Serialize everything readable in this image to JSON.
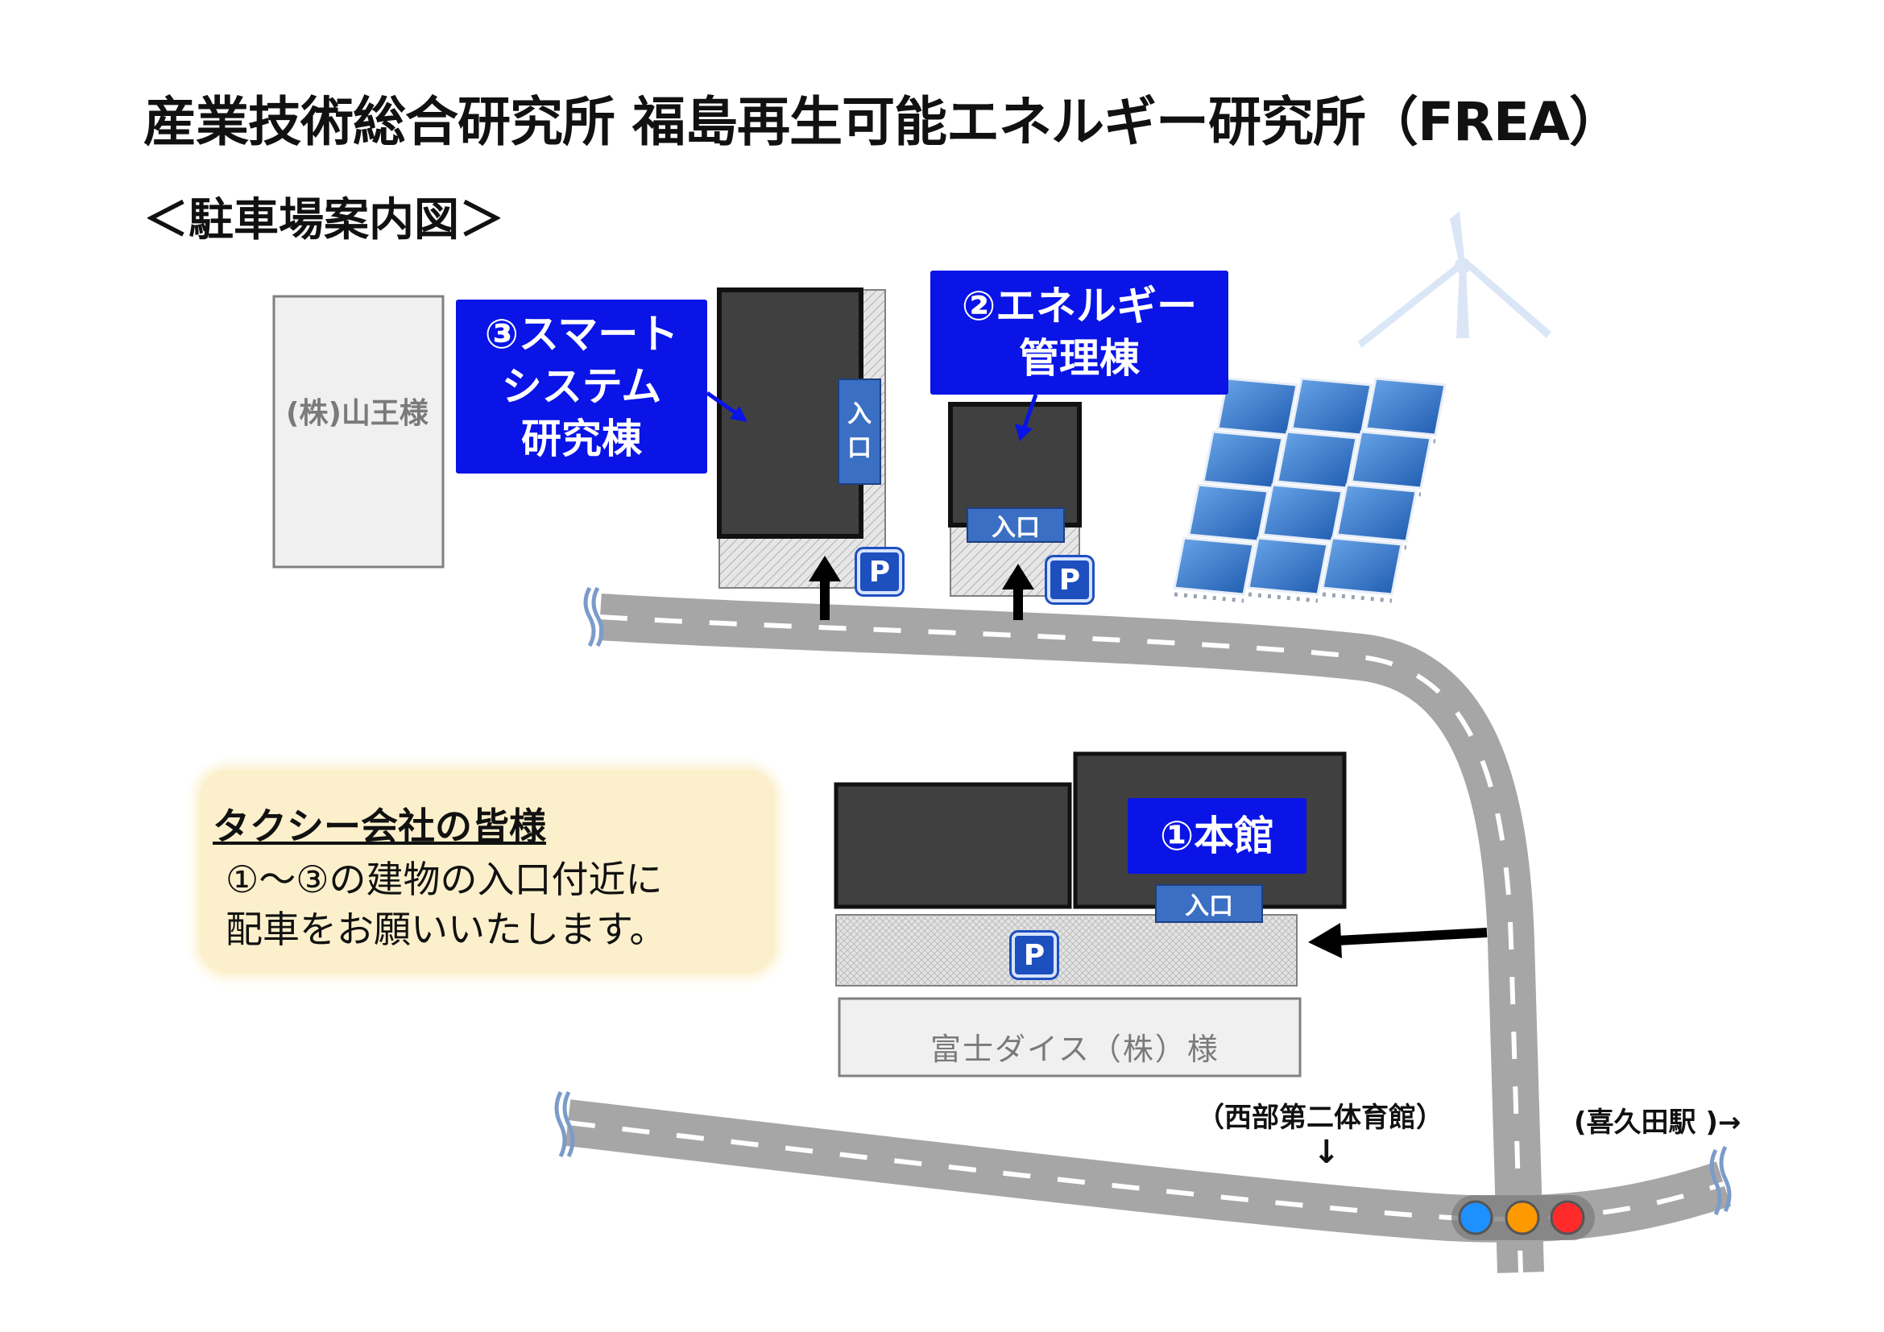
{
  "header": {
    "title": "産業技術総合研究所 福島再生可能エネルギー研究所（FREA）",
    "subtitle": "＜駐車場案内図＞"
  },
  "buildings": {
    "smart_system": {
      "line1": "③スマート",
      "line2": "システム",
      "line3": "研究棟"
    },
    "energy_mgmt": {
      "line1": "②エネルギー",
      "line2": "管理棟"
    },
    "main": {
      "label": "①本館"
    }
  },
  "entrances": {
    "smart_system": {
      "char1": "入",
      "char2": "口"
    },
    "energy_mgmt": "入口",
    "main": "入口"
  },
  "parking": {
    "symbol": "P"
  },
  "neighbors": {
    "sanno": "(株)山王様",
    "fuji_dice": "富士ダイス（株）様"
  },
  "taxi_notice": {
    "heading": "タクシー会社の皆様",
    "line1": "①～③の建物の入口付近に",
    "line2": "配車をお願いいたします。"
  },
  "directions": {
    "seibu": "（西部第二体育館）",
    "seibu_arrow": "↓",
    "kitakata": "(喜久田駅 )→"
  },
  "colors": {
    "label_blue": "#0a14e6",
    "entrance_blue": "#3a6fc4",
    "building": "#404040",
    "road": "#a6a6a6",
    "parking_hatch": "#d9d9d9",
    "solar": "#3a78c8",
    "notice_bg": "#fcf0cc"
  },
  "icons": [
    "wind-turbine-icon",
    "solar-panel-icon",
    "traffic-light-icon",
    "parking-icon",
    "arrow-icon"
  ]
}
